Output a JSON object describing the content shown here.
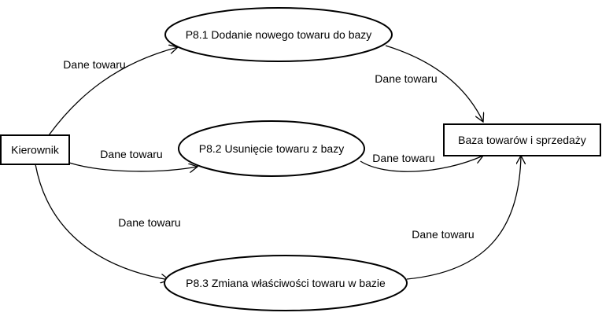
{
  "entities": {
    "kierownik": "Kierownik",
    "baza": "Baza towarów i sprzedaży"
  },
  "processes": {
    "p81": "P8.1 Dodanie nowego towaru do bazy",
    "p82": "P8.2 Usunięcie towaru z bazy",
    "p83": "P8.3 Zmiana właściwości towaru w bazie"
  },
  "flows": {
    "kierownik_p81": "Dane towaru",
    "p81_baza": "Dane towaru",
    "kierownik_p82": "Dane towaru",
    "p82_baza": "Dane towaru",
    "kierownik_p83": "Dane towaru",
    "p83_baza": "Dane towaru"
  }
}
